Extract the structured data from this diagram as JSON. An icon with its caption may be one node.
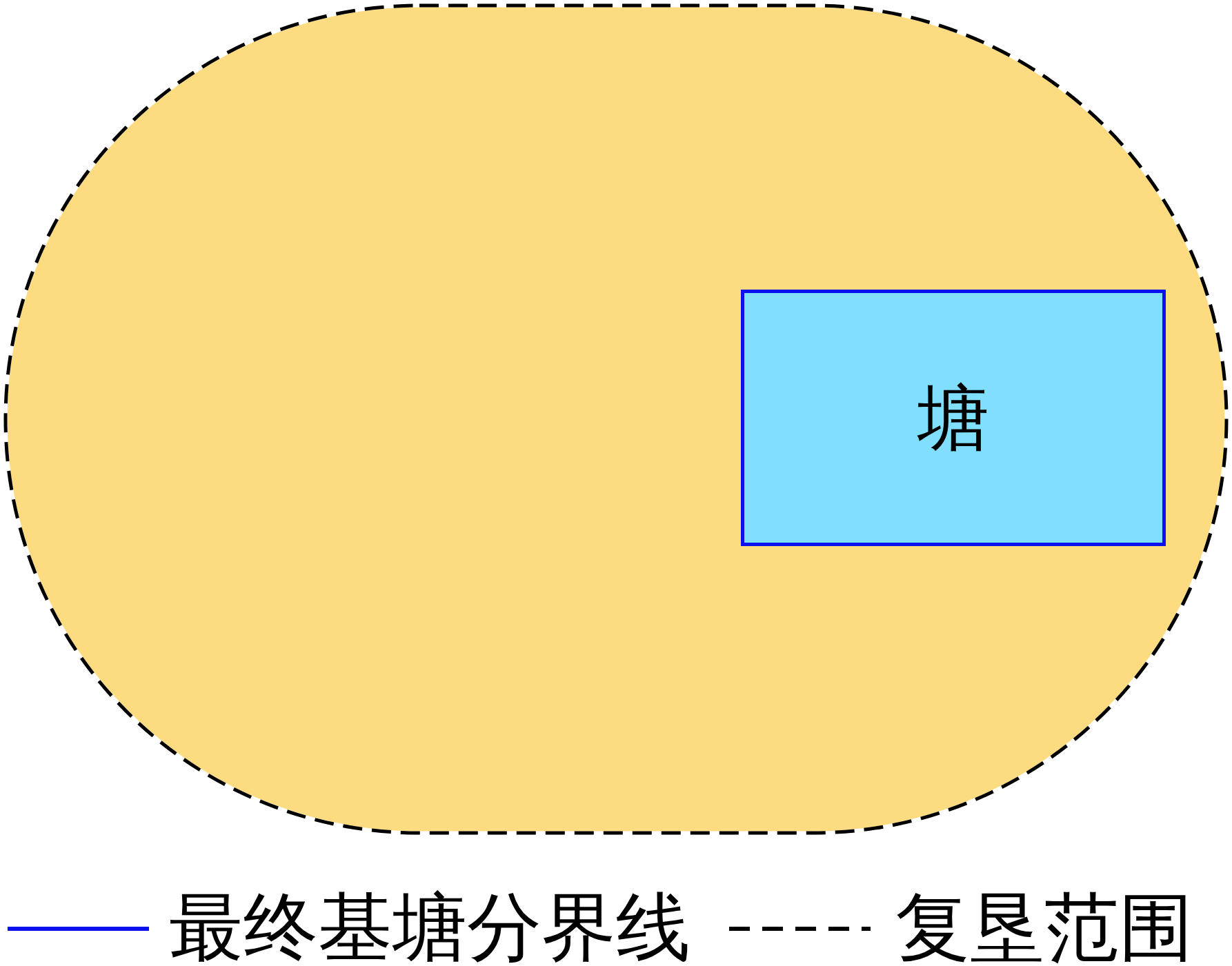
{
  "diagram": {
    "nodes": [
      {
        "text": [],
        "shape": "box"
      },
      {
        "text": [
          "塘"
        ],
        "in": 0
      }
    ],
    "legend": [
      {
        "text": "最终基塘分界线"
      },
      {
        "text": "复垦范围"
      }
    ]
  }
}
